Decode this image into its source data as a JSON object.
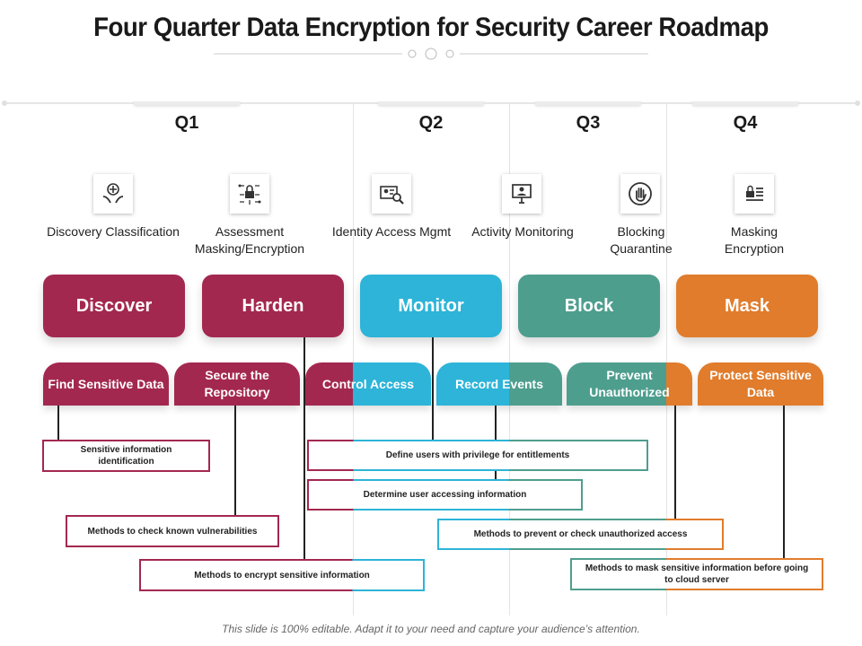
{
  "title": "Four Quarter Data Encryption for Security Career Roadmap",
  "colors": {
    "crimson": "#a3284f",
    "cyan": "#2db4d8",
    "teal": "#4e9e8e",
    "orange": "#e07c2c"
  },
  "quarters": [
    "Q1",
    "Q2",
    "Q3",
    "Q4"
  ],
  "icons": [
    {
      "icon": "shield-hands-icon",
      "label": "Discovery Classification"
    },
    {
      "icon": "circuit-lock-icon",
      "label": "Assessment Masking/Encryption"
    },
    {
      "icon": "id-card-search-icon",
      "label": "Identity Access Mgmt"
    },
    {
      "icon": "monitor-user-icon",
      "label": "Activity Monitoring"
    },
    {
      "icon": "stop-hand-icon",
      "label": "Blocking Quarantine"
    },
    {
      "icon": "lock-document-icon",
      "label": "Masking Encryption"
    }
  ],
  "phases": [
    "Discover",
    "Harden",
    "Monitor",
    "Block",
    "Mask"
  ],
  "subphases": [
    "Find Sensitive Data",
    "Secure the Repository",
    "Control Access",
    "Record Events",
    "Prevent Unauthorized",
    "Protect Sensitive Data"
  ],
  "notes": [
    "Sensitive information identification",
    "Methods to check known vulnerabilities",
    "Methods to encrypt sensitive information",
    "Define users with privilege for entitlements",
    "Determine user accessing information",
    "Methods to prevent or check unauthorized access",
    "Methods to mask sensitive information before going to cloud server"
  ],
  "footer": "This slide is 100% editable. Adapt it to your need and capture your audience’s attention."
}
